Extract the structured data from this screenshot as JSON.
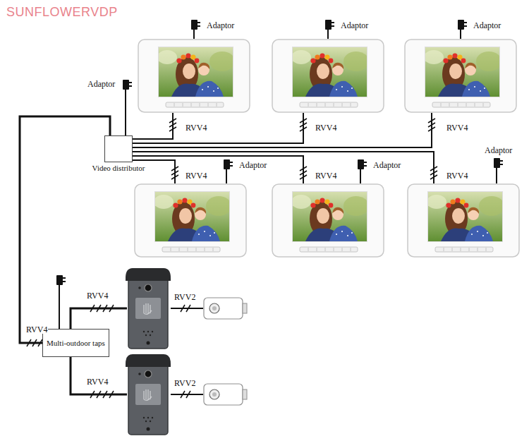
{
  "diagram": {
    "nodes": [
      {
        "text": [
          "Video distributor"
        ]
      },
      {
        "text": [
          "Multi-outdoor taps"
        ]
      }
    ],
    "edges": [
      {
        "from": 1,
        "to": 0,
        "arrow": "none",
        "label": "RVV4"
      }
    ],
    "labels": [
      "SUNFLOWERVDP",
      "Adaptor",
      "Adaptor",
      "Adaptor",
      "Adaptor",
      "RVV4",
      "RVV4",
      "RVV4",
      "Adaptor",
      "Adaptor",
      "Adaptor",
      "RVV4",
      "RVV4",
      "RVV4",
      "RVV4",
      "RVV2",
      "RVV4",
      "RVV2"
    ]
  }
}
